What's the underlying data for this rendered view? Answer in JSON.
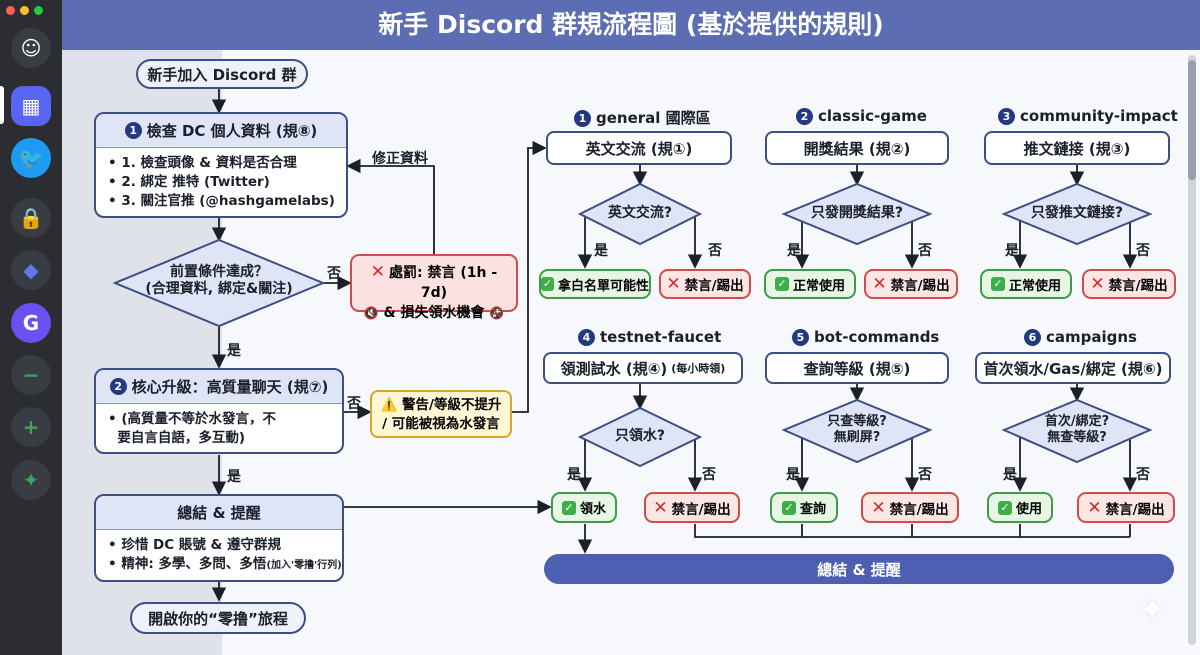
{
  "title": "新手 Discord 群規流程圖 (基於提供的規則)",
  "sidebar": {
    "icons": [
      "discord-icon",
      "workspace-icon",
      "twitter-icon",
      "lock-icon",
      "hash-icon",
      "g-icon",
      "minus-icon",
      "add-icon",
      "explore-icon"
    ]
  },
  "left": {
    "start": "新手加入 Discord 群",
    "step1": {
      "num": "1",
      "header": "檢查 DC 個人資料 (規⑧)",
      "items": [
        "• 1. 檢查頭像 & 資料是否合理",
        "• 2. 綁定 推特 (Twitter)",
        "• 3. 關注官推 (@hashgamelabs)"
      ]
    },
    "fix_label": "修正資料",
    "decision1": {
      "line1": "前置條件達成？",
      "line2": "(合理資料, 綁定&關注)"
    },
    "no1": "否",
    "penalty": {
      "line1": "處罰: 禁言 (1h - 7d)",
      "line2": "& 損失領水機會"
    },
    "yes1": "是",
    "step2": {
      "num": "2",
      "header": "核心升級：高質量聊天 (規⑦)",
      "items": [
        "• (高質量不等於水發言，不",
        "  要自言自語，多互動)"
      ]
    },
    "no2": "否",
    "warning": {
      "line1": "警告/等級不提升",
      "line2": "/ 可能被視為水發言"
    },
    "yes2": "是",
    "summary": {
      "header": "總結 & 提醒",
      "items": [
        "• 珍惜 DC 賬號 & 遵守群規",
        "• 精神: 多學、多問、多悟"
      ],
      "note": "(加入'零撸'行列)"
    },
    "end": "開啟你的“零撸”旅程"
  },
  "columns": [
    {
      "num": "1",
      "title": "general 國際區",
      "box": "英文交流 (規①)",
      "question": [
        "英文交流?"
      ],
      "yes": "是",
      "no": "否",
      "ok": "拿白名單可能性",
      "bad": "禁言/踢出"
    },
    {
      "num": "2",
      "title": "classic-game",
      "box": "開獎結果 (規②)",
      "question": [
        "只發開獎結果?"
      ],
      "yes": "是",
      "no": "否",
      "ok": "正常使用",
      "bad": "禁言/踢出"
    },
    {
      "num": "3",
      "title": "community-impact",
      "box": "推文鏈接 (規③)",
      "question": [
        "只發推文鏈接?"
      ],
      "yes": "是",
      "no": "否",
      "ok": "正常使用",
      "bad": "禁言/踢出"
    },
    {
      "num": "4",
      "title": "testnet-faucet",
      "box": "領測試水 (規④)",
      "box_note": "(每小時領)",
      "question": [
        "只領水?"
      ],
      "yes": "是",
      "no": "否",
      "ok": "領水",
      "bad": "禁言/踢出"
    },
    {
      "num": "5",
      "title": "bot-commands",
      "box": "查詢等級 (規⑤)",
      "question": [
        "只查等級?",
        "無刷屏?"
      ],
      "yes": "是",
      "no": "否",
      "ok": "查詢",
      "bad": "禁言/踢出"
    },
    {
      "num": "6",
      "title": "campaigns",
      "box": "首次領水/Gas/綁定 (規⑥)",
      "question": [
        "首次/綁定?",
        "無查等級?"
      ],
      "yes": "是",
      "no": "否",
      "ok": "使用",
      "bad": "禁言/踢出"
    }
  ],
  "bottom_bar": "總結 & 提醒",
  "colors": {
    "header": "#5c6db3",
    "ok": "#3f9a4b",
    "bad": "#d34a4a",
    "warn": "#d5a62a",
    "node_border": "#3d4f82"
  }
}
